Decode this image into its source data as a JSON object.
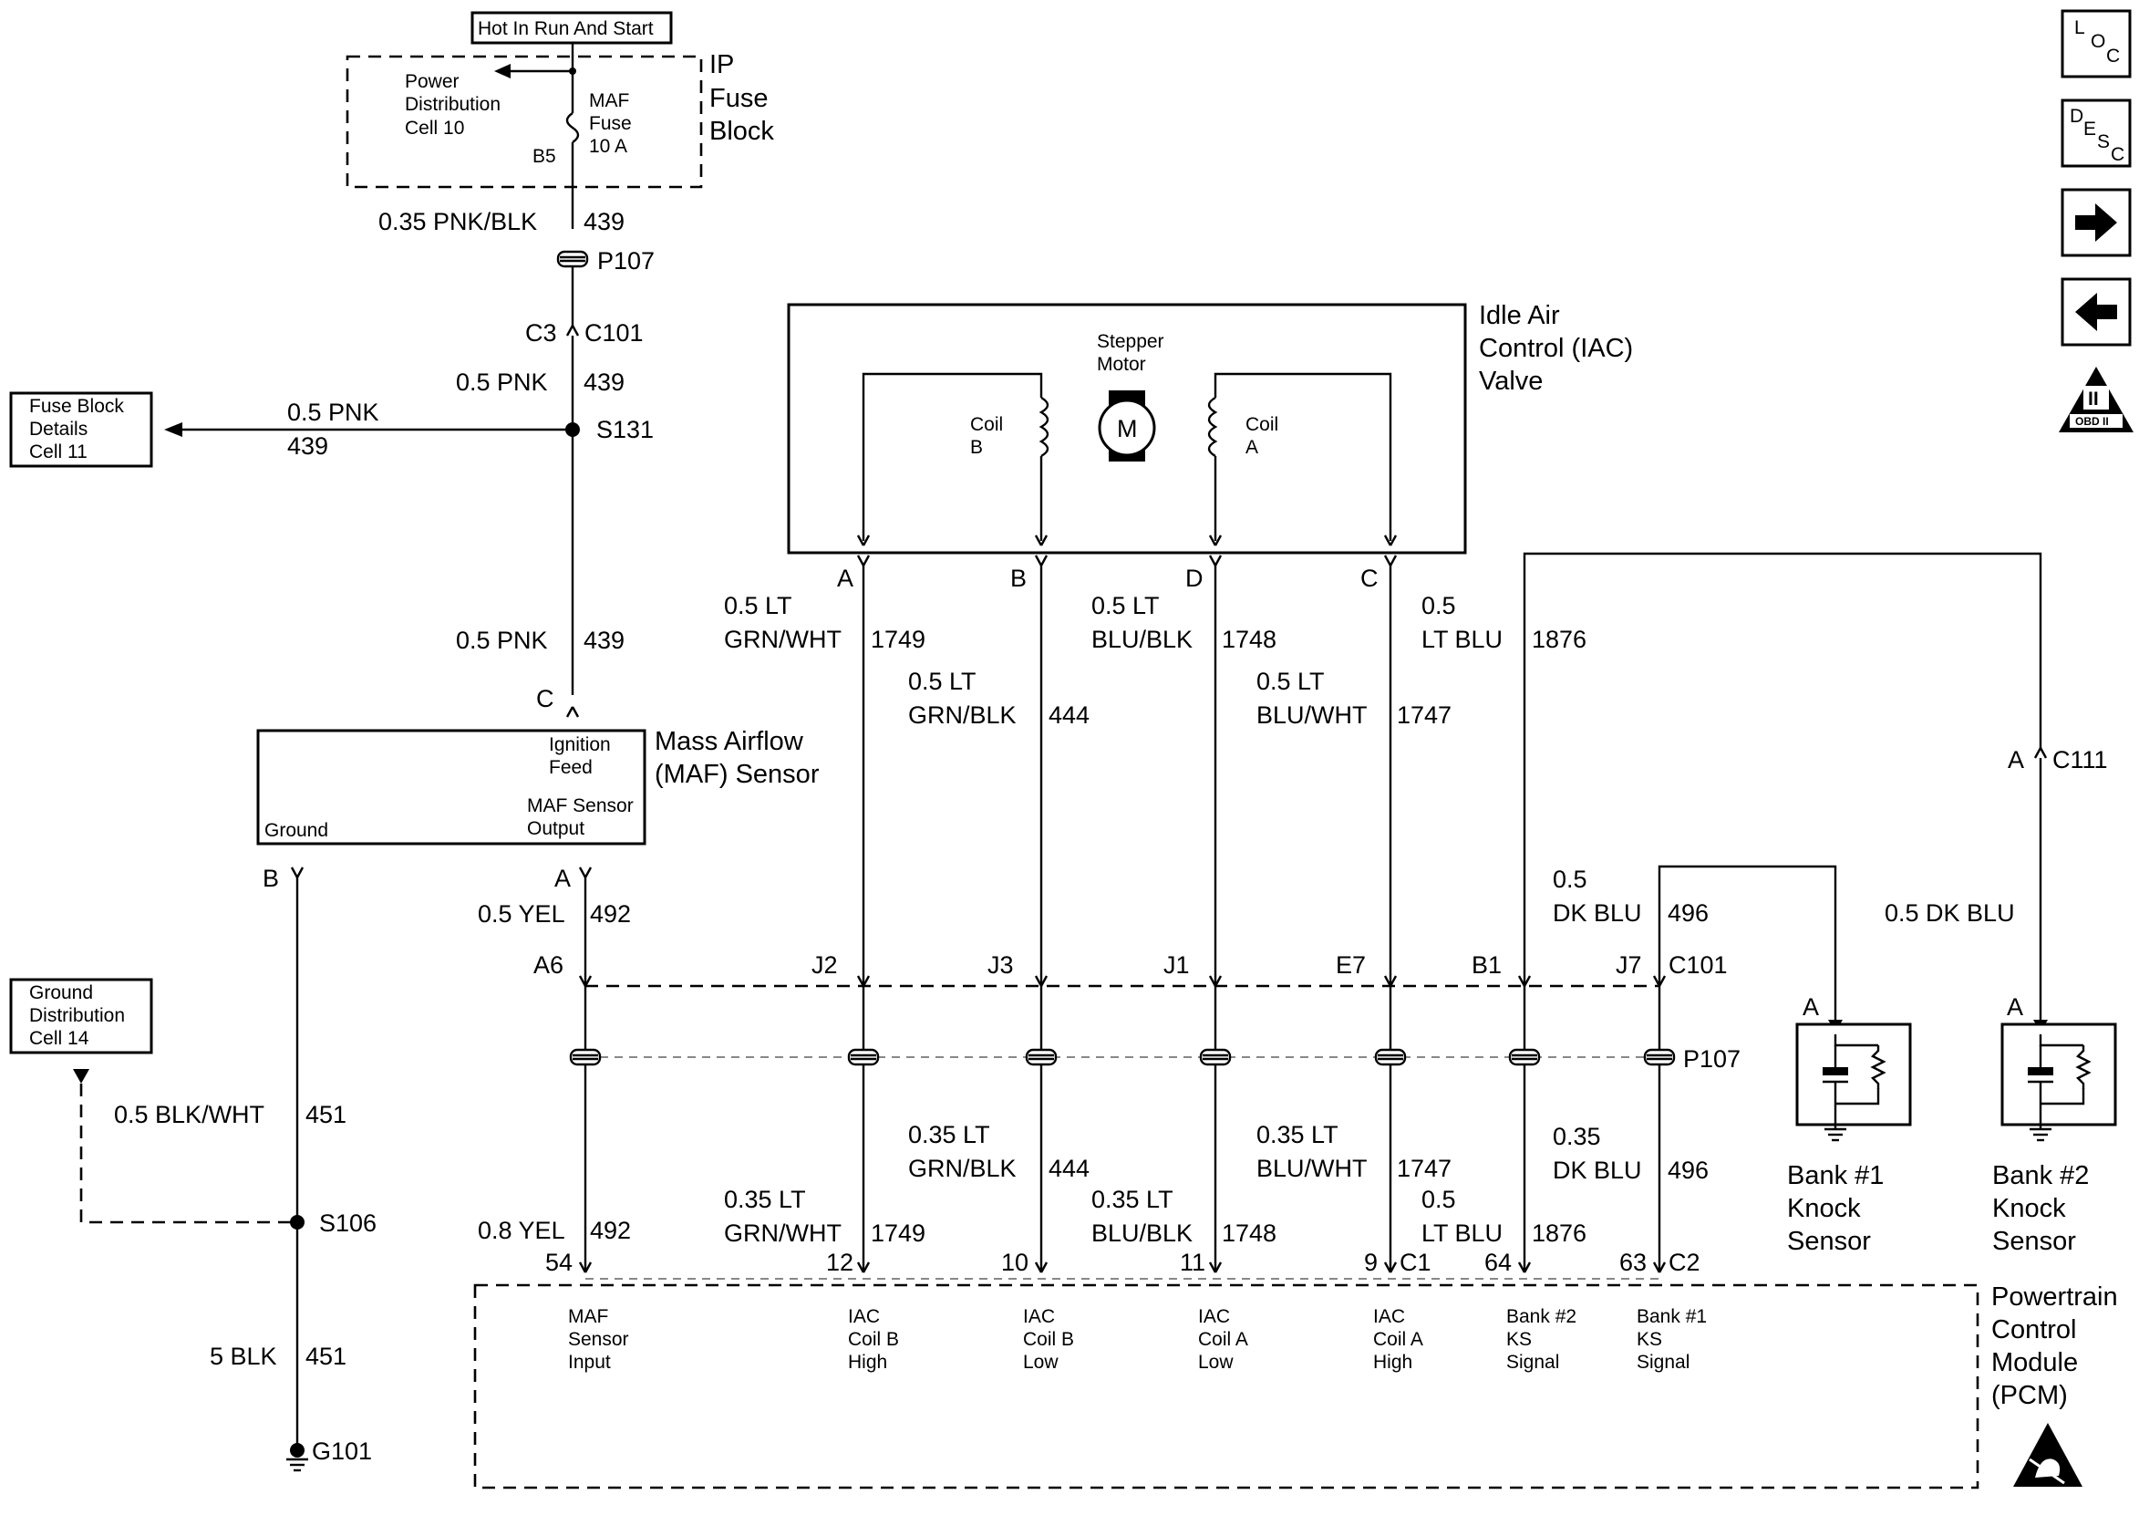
{
  "nav": {
    "loc": {
      "a": "L",
      "b": "O",
      "c": "C"
    },
    "desc": {
      "a": "D",
      "b": "E",
      "c": "S",
      "d": "C"
    },
    "obd": {
      "numeral": "II",
      "label": "OBD II"
    }
  },
  "fuse_block": {
    "hot_label": "Hot In Run And Start",
    "title": [
      "IP",
      "Fuse",
      "Block"
    ],
    "power_dist": [
      "Power",
      "Distribution",
      "Cell 10"
    ],
    "maf_fuse": [
      "MAF",
      "Fuse",
      "10 A"
    ],
    "terminal": "B5"
  },
  "top_wire": {
    "gauge_color": "0.35 PNK/BLK",
    "circuit": "439",
    "connector_p": "P107",
    "conn_left": "C3",
    "conn_right": "C101"
  },
  "splice_wire": {
    "gauge_color": "0.5 PNK",
    "circuit": "439",
    "splice": "S131"
  },
  "fuse_details": {
    "lines": [
      "Fuse Block",
      "Details",
      "Cell 11"
    ],
    "gauge_color": "0.5 PNK",
    "circuit": "439"
  },
  "maf_feed": {
    "gauge_color": "0.5 PNK",
    "circuit": "439",
    "pin": "C"
  },
  "maf_sensor": {
    "title": [
      "Mass Airflow",
      "(MAF) Sensor"
    ],
    "ignition": [
      "Ignition",
      "Feed"
    ],
    "output": [
      "MAF Sensor",
      "Output"
    ],
    "ground": "Ground",
    "pin_b": "B",
    "pin_a": "A"
  },
  "maf_output_wire": {
    "gauge_color": "0.5 YEL",
    "circuit": "492",
    "c101_pin": "A6",
    "pcm_gauge_color": "0.8 YEL",
    "pcm_circuit": "492",
    "pcm_pin": "54"
  },
  "ground": {
    "dist_lines": [
      "Ground",
      "Distribution",
      "Cell 14"
    ],
    "wire1": {
      "gauge_color": "0.5 BLK/WHT",
      "circuit": "451"
    },
    "splice": "S106",
    "wire2": {
      "gauge_color": "5 BLK",
      "circuit": "451"
    },
    "ground_point": "G101"
  },
  "iac": {
    "title": [
      "Idle Air",
      "Control (IAC)",
      "Valve"
    ],
    "stepper": [
      "Stepper",
      "Motor"
    ],
    "motor_symbol": "M",
    "coil_b": [
      "Coil",
      "B"
    ],
    "coil_a": [
      "Coil",
      "A"
    ],
    "pins": [
      "A",
      "B",
      "D",
      "C"
    ]
  },
  "iac_wires": [
    {
      "top1": "0.5 LT",
      "top2": "GRN/WHT",
      "circuit": "1749",
      "c101": "J2",
      "bot1": "0.35 LT",
      "bot2": "GRN/WHT",
      "pcm_pin": "12",
      "pcm_label": [
        "IAC",
        "Coil B",
        "High"
      ]
    },
    {
      "top1": "0.5 LT",
      "top2": "GRN/BLK",
      "circuit": "444",
      "c101": "J3",
      "bot1": "0.35 LT",
      "bot2": "GRN/BLK",
      "pcm_pin": "10",
      "pcm_label": [
        "IAC",
        "Coil B",
        "Low"
      ]
    },
    {
      "top1": "0.5 LT",
      "top2": "BLU/BLK",
      "circuit": "1748",
      "c101": "J1",
      "bot1": "0.35 LT",
      "bot2": "BLU/BLK",
      "pcm_pin": "11",
      "pcm_label": [
        "IAC",
        "Coil A",
        "Low"
      ]
    },
    {
      "top1": "0.5 LT",
      "top2": "BLU/WHT",
      "circuit": "1747",
      "c101": "E7",
      "bot1": "0.35 LT",
      "bot2": "BLU/WHT",
      "pcm_pin": "9",
      "pcm_label": [
        "IAC",
        "Coil A",
        "High"
      ]
    }
  ],
  "ks_wires": {
    "lt_blu": {
      "top1": "0.5",
      "top2": "LT BLU",
      "circuit": "1876",
      "c101": "B1",
      "bot1": "0.5",
      "bot2": "LT BLU",
      "pcm_pin": "64",
      "pcm_label": [
        "Bank #2",
        "KS",
        "Signal"
      ]
    },
    "dk_blu": {
      "top1": "0.5",
      "top2": "DK BLU",
      "circuit": "496",
      "c101": "J7",
      "bot1": "0.35",
      "bot2": "DK BLU",
      "pcm_pin": "63",
      "pcm_label": [
        "Bank #1",
        "KS",
        "Signal"
      ]
    },
    "c111": {
      "left": "A",
      "right": "C111"
    },
    "bank2_wire": "0.5 DK BLU"
  },
  "connectors": {
    "c101": "C101",
    "p107": "P107",
    "c1": "C1",
    "c2": "C2"
  },
  "knock_sensors": [
    {
      "pin": "A",
      "label": [
        "Bank #1",
        "Knock",
        "Sensor"
      ]
    },
    {
      "pin": "A",
      "label": [
        "Bank #2",
        "Knock",
        "Sensor"
      ]
    }
  ],
  "pcm": {
    "title": [
      "Powertrain",
      "Control",
      "Module",
      "(PCM)"
    ]
  }
}
